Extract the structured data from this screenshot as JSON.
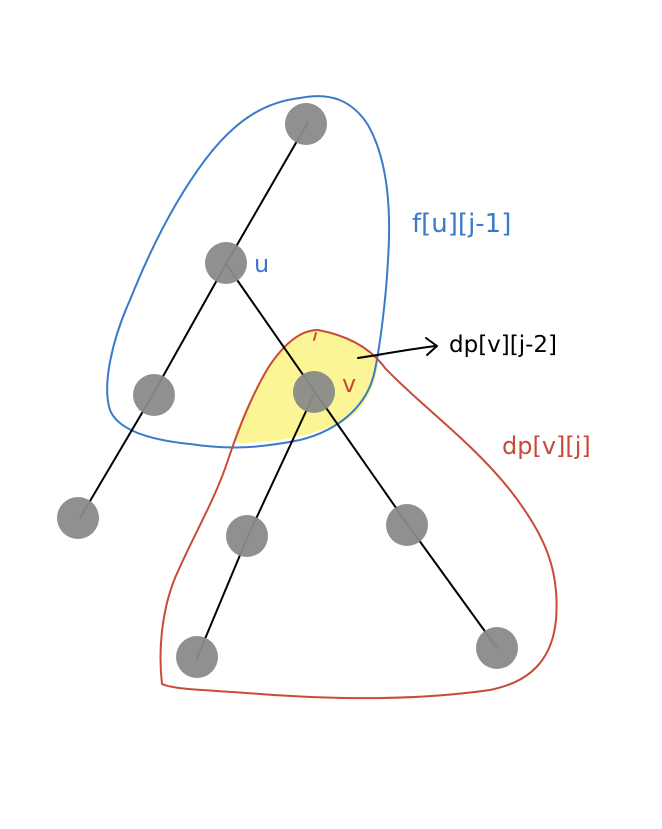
{
  "labels": {
    "node_u": "u",
    "node_v": "v",
    "blue_region": "f[u][j-1]",
    "red_region": "dp[v][j]",
    "overlap_region": "dp[v][j-2]"
  },
  "colors": {
    "blue_outline": "#3a7bc8",
    "red_outline": "#c94a3a",
    "overlap_fill": "#fbf596",
    "node_fill": "#8a8a8a",
    "edge": "#000000",
    "arrow": "#000000",
    "background": "#ffffff"
  },
  "tree": {
    "nodes": [
      "root",
      "u",
      "u-left-child",
      "u-left-grandchild",
      "v",
      "v-left-child",
      "v-left-grandchild",
      "v-right-child",
      "v-right-grandchild"
    ],
    "edges": [
      [
        "root",
        "u"
      ],
      [
        "u",
        "u-left-child"
      ],
      [
        "u-left-child",
        "u-left-grandchild"
      ],
      [
        "u",
        "v"
      ],
      [
        "v",
        "v-left-child"
      ],
      [
        "v-left-child",
        "v-left-grandchild"
      ],
      [
        "v",
        "v-right-child"
      ],
      [
        "v-right-child",
        "v-right-grandchild"
      ]
    ]
  }
}
